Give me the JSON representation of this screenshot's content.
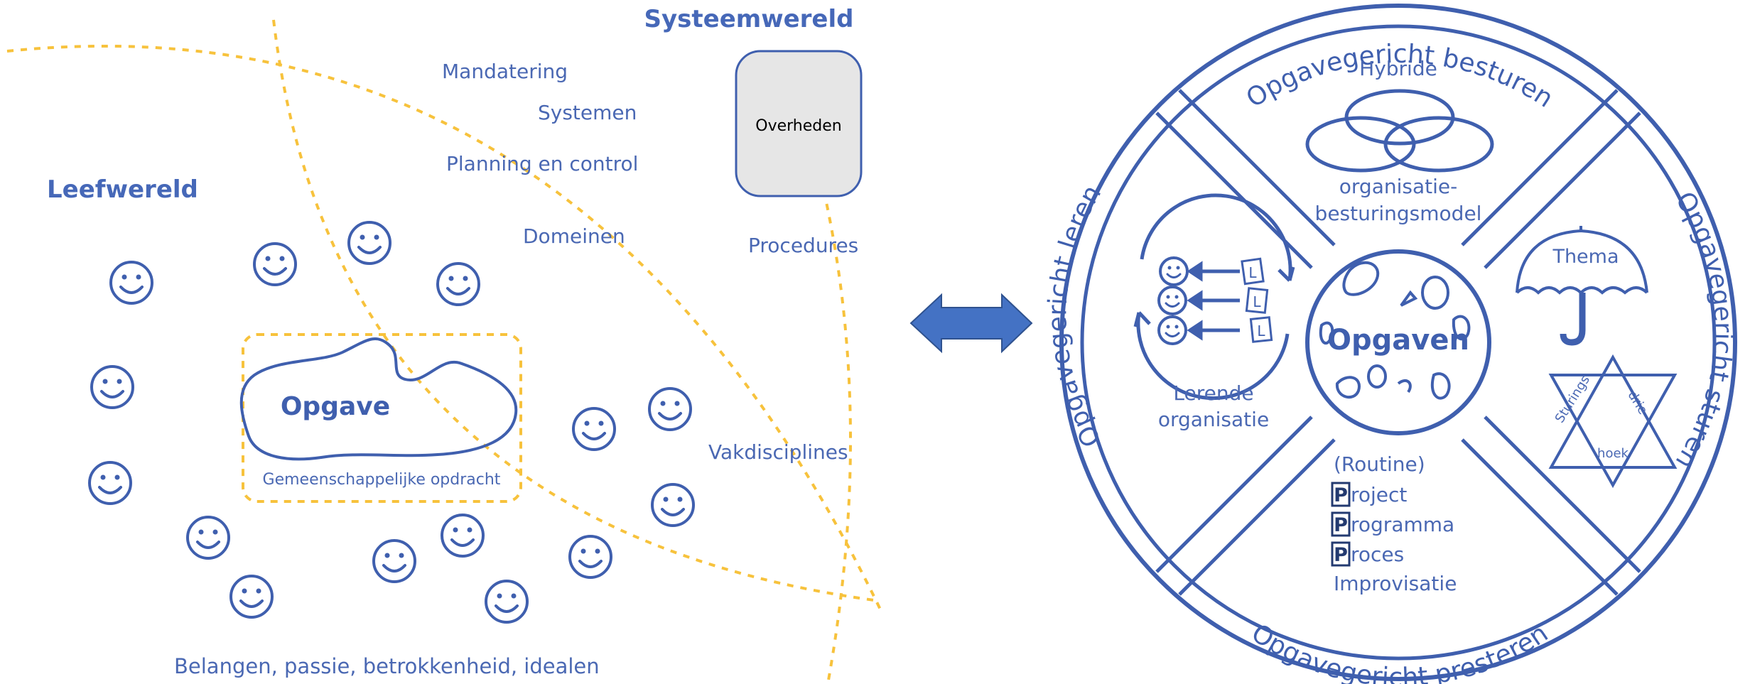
{
  "left": {
    "systeemwereld_title": "Systeemwereld",
    "leefwereld_title": "Leefwereld",
    "system_terms": [
      "Mandatering",
      "Systemen",
      "Planning en control",
      "Domeinen",
      "Procedures",
      "Vakdisciplines"
    ],
    "overheden_label": "Overheden",
    "opgave_label": "Opgave",
    "opdracht_label": "Gemeenschappelijke opdracht",
    "bottom_caption": "Belangen, passie, betrokkenheid, idealen",
    "colors": {
      "blue": "#3f5fae",
      "dotted_orange": "#f7c23c",
      "box_fill": "#e6e6e6"
    }
  },
  "arrow": {
    "color": "#4472c4",
    "icon": "double-arrow-icon"
  },
  "wheel": {
    "center_label": "Opgaven",
    "top": {
      "title": "Opgavegericht besturen",
      "line1": "Hybride",
      "line2": "organisatie-",
      "line3": "besturingsmodel"
    },
    "right": {
      "title": "Opgavegericht sturen",
      "thema": "Thema",
      "tri_a": "Sturings",
      "tri_b": "drie",
      "tri_c": "hoek"
    },
    "bottom": {
      "title": "Opgavegericht presteren",
      "routine": "(Routine)",
      "letter_p": "P",
      "project": "roject",
      "programma": "rogramma",
      "proces": "roces",
      "improvisatie": "Improvisatie"
    },
    "left": {
      "title": "Opgavegericht leren",
      "line1": "Lerende",
      "line2": "organisatie",
      "loop_letter": "L"
    }
  }
}
